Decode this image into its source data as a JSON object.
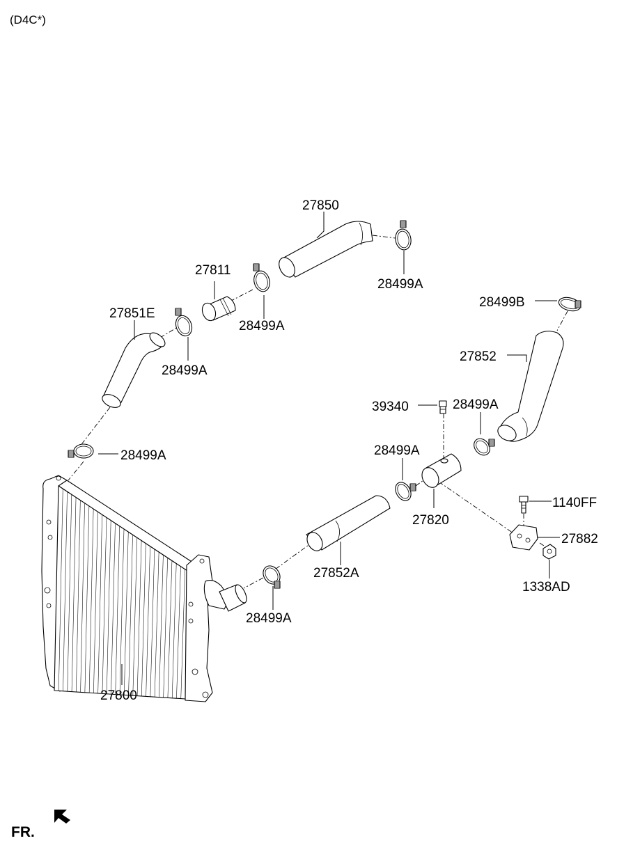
{
  "header": {
    "engine_code": "(D4C*)"
  },
  "footer": {
    "front_label": "FR."
  },
  "callouts": [
    {
      "id": "27850",
      "label": "27850"
    },
    {
      "id": "28499A-1",
      "label": "28499A"
    },
    {
      "id": "27811",
      "label": "27811"
    },
    {
      "id": "28499A-2",
      "label": "28499A"
    },
    {
      "id": "27851E",
      "label": "27851E"
    },
    {
      "id": "28499A-3",
      "label": "28499A"
    },
    {
      "id": "28499B",
      "label": "28499B"
    },
    {
      "id": "27852",
      "label": "27852"
    },
    {
      "id": "39340",
      "label": "39340"
    },
    {
      "id": "28499A-4",
      "label": "28499A"
    },
    {
      "id": "28499A-5",
      "label": "28499A"
    },
    {
      "id": "28499A-6",
      "label": "28499A"
    },
    {
      "id": "27820",
      "label": "27820"
    },
    {
      "id": "1140FF",
      "label": "1140FF"
    },
    {
      "id": "27882",
      "label": "27882"
    },
    {
      "id": "1338AD",
      "label": "1338AD"
    },
    {
      "id": "27852A",
      "label": "27852A"
    },
    {
      "id": "28499A-7",
      "label": "28499A"
    },
    {
      "id": "27800",
      "label": "27800"
    }
  ],
  "colors": {
    "line": "#000000",
    "background": "#ffffff"
  }
}
